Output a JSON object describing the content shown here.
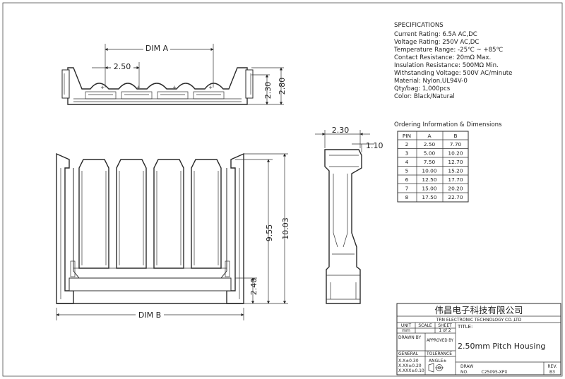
{
  "specifications": {
    "heading": "SPECIFICATIONS",
    "lines": [
      "Current Rating: 6.5A AC,DC",
      "Voltage Rating: 250V AC,DC",
      "Temperature Range: -25℃ ~ +85℃",
      "Contact Resistance: 20mΩ Max.",
      "Insulation Resistance: 500MΩ Min.",
      "Withstanding Voltage: 500V AC/minute",
      "Material: Nylon,UL94V-0",
      "Qty/bag: 1,000pcs",
      "Color: Black/Natural"
    ]
  },
  "ordering": {
    "heading": "Ordering Information & Dimensions",
    "columns": [
      "PIN",
      "A",
      "B"
    ],
    "rows": [
      [
        "2",
        "2.50",
        "7.70"
      ],
      [
        "3",
        "5.00",
        "10.20"
      ],
      [
        "4",
        "7.50",
        "12.70"
      ],
      [
        "5",
        "10.00",
        "15.20"
      ],
      [
        "6",
        "12.50",
        "17.70"
      ],
      [
        "7",
        "15.00",
        "20.20"
      ],
      [
        "8",
        "17.50",
        "22.70"
      ]
    ]
  },
  "dimensions": {
    "dim_a": "DIM A",
    "pitch": "2.50",
    "top_h1": "2.30",
    "top_h2": "2.80",
    "dim_b": "DIM B",
    "height_inner": "9.55",
    "height_total": "10.03",
    "base_h": "2.40",
    "side_w": "2.30",
    "side_lip": "1.10"
  },
  "title_block": {
    "company_cn": "伟昌电子科技有限公司",
    "company_en": "TRN ELECTRONIC TECHNOLOGY CO.,LTD",
    "unit_label": "UNIT",
    "unit_value": "mm",
    "scale_label": "SCALE",
    "sheet_label": "SHEET",
    "sheet_value": "1 of 2",
    "title_label": "TITLE:",
    "drawn_by": "DRAWN BY",
    "approved_by": "APPROVED BY",
    "general_label": "GENERAL",
    "tolerance_label": "TOLERANCE",
    "angle_label": "ANGLE±",
    "tol_1": "X.X±0.30",
    "tol_2": "X.XX±0.20",
    "tol_3": "X.XXX±0.10",
    "title_value": "2.50mm Pitch Housing",
    "draw_label": "DRAW",
    "draw_no_label": "NO.",
    "draw_no": "C25095-XPX",
    "rev_label": "REV.",
    "rev_value": "B3"
  }
}
